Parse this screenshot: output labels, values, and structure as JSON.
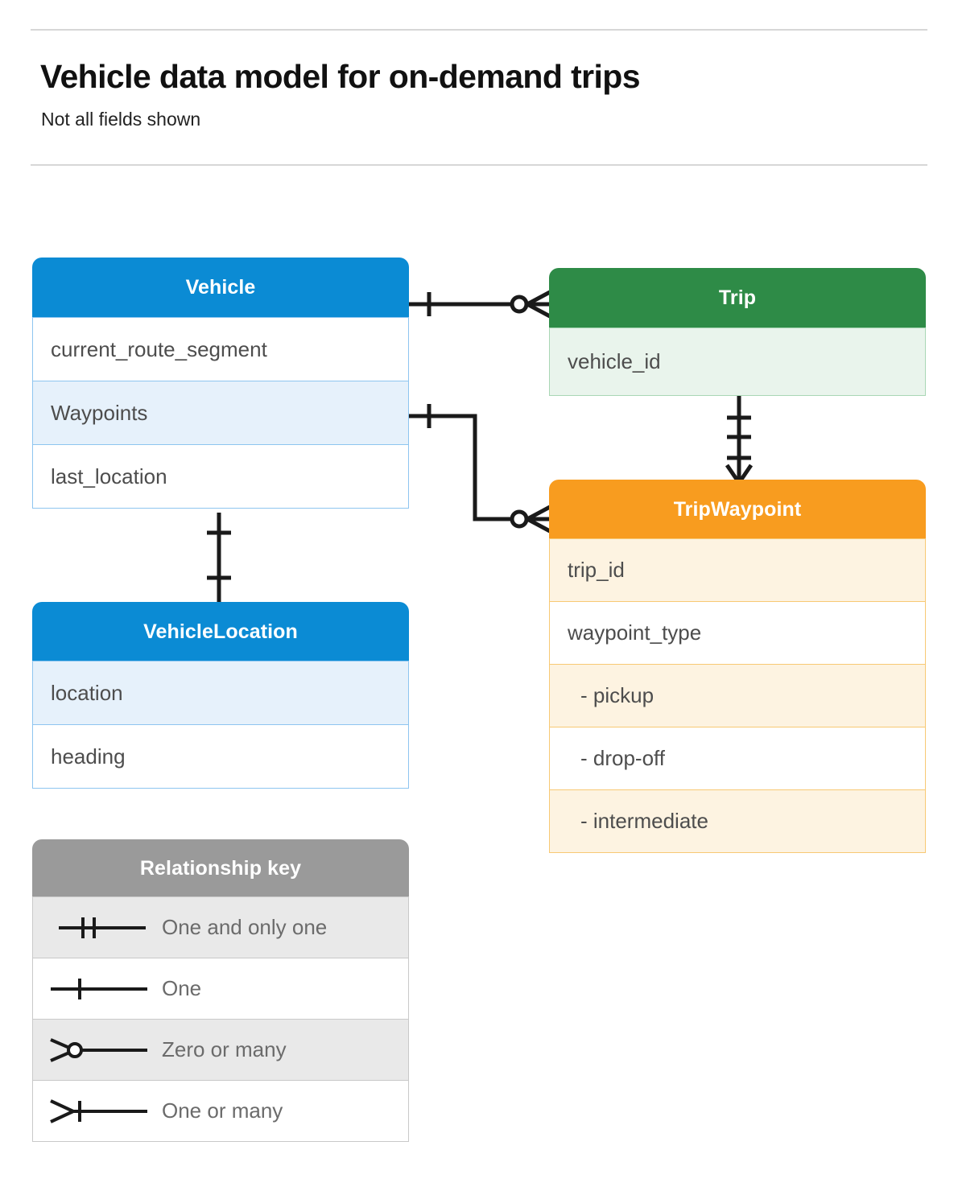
{
  "header": {
    "title": "Vehicle data model for on-demand trips",
    "subtitle": "Not all fields shown"
  },
  "entities": [
    {
      "name": "Vehicle",
      "color": "#0b8bd4",
      "theme": "blue",
      "rows": [
        {
          "label": "current_route_segment",
          "shaded": false
        },
        {
          "label": "Waypoints",
          "shaded": true
        },
        {
          "label": "last_location",
          "shaded": false
        }
      ]
    },
    {
      "name": "Trip",
      "color": "#2e8b47",
      "theme": "green",
      "rows": [
        {
          "label": "vehicle_id",
          "shaded": true
        }
      ]
    },
    {
      "name": "TripWaypoint",
      "color": "#f89c1f",
      "theme": "orange",
      "rows": [
        {
          "label": "trip_id",
          "shaded": true
        },
        {
          "label": "waypoint_type",
          "shaded": false
        },
        {
          "label": "-  pickup",
          "shaded": true
        },
        {
          "label": "-  drop-off",
          "shaded": false
        },
        {
          "label": "-  intermediate",
          "shaded": true
        }
      ]
    },
    {
      "name": "VehicleLocation",
      "color": "#0b8bd4",
      "theme": "blue",
      "rows": [
        {
          "label": "location",
          "shaded": true
        },
        {
          "label": "heading",
          "shaded": false
        }
      ]
    }
  ],
  "legend": {
    "title": "Relationship key",
    "color": "#9a9a9a",
    "items": [
      {
        "symbol": "one-and-only-one",
        "label": "One and only one",
        "shaded": true
      },
      {
        "symbol": "one",
        "label": "One",
        "shaded": false
      },
      {
        "symbol": "zero-or-many",
        "label": "Zero or many",
        "shaded": true
      },
      {
        "symbol": "one-or-many",
        "label": "One or many",
        "shaded": false
      }
    ]
  },
  "relationships": [
    {
      "from": "Vehicle",
      "to": "Trip",
      "from_cardinality": "one",
      "to_cardinality": "zero-or-many"
    },
    {
      "from": "Vehicle.Waypoints",
      "to": "TripWaypoint",
      "from_cardinality": "one",
      "to_cardinality": "zero-or-many"
    },
    {
      "from": "Trip",
      "to": "TripWaypoint",
      "from_cardinality": "one-and-only-one",
      "to_cardinality": "one-or-many"
    },
    {
      "from": "Vehicle",
      "to": "VehicleLocation",
      "from_cardinality": "one",
      "to_cardinality": "one"
    }
  ]
}
